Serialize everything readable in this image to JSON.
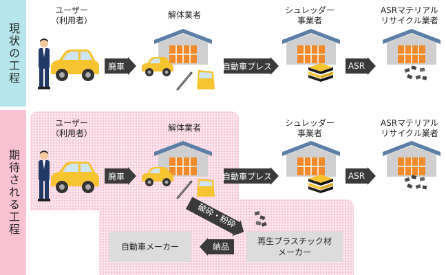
{
  "rows": {
    "current": {
      "side_label": "現状の工程",
      "side_color": "#b6e6eb",
      "user_label_1": "ユーザー",
      "user_label_2": "（利用者）",
      "dismantler": "解体業者",
      "shredder_1": "シュレッダー",
      "shredder_2": "事業者",
      "asr_1": "ASRマテリアル",
      "asr_2": "リサイクル業者",
      "arrow_scrap": "廃車",
      "arrow_press": "自動車プレス",
      "arrow_asr": "ASR"
    },
    "future": {
      "side_label": "期待される工程",
      "side_color": "#f9c2d3",
      "user_label_1": "ユーザー",
      "user_label_2": "（利用者）",
      "dismantler": "解体業者",
      "shredder_1": "シュレッダー",
      "shredder_2": "事業者",
      "asr_1": "ASRマテリアル",
      "asr_2": "リサイクル業者",
      "arrow_scrap": "廃車",
      "arrow_press": "自動車プレス",
      "arrow_asr": "ASR",
      "arrow_crush": "破砕・粉砕",
      "arrow_deliver": "納品",
      "plastic_maker_1": "再生プラスチック材",
      "plastic_maker_2": "メーカー",
      "car_maker": "自動車メーカー"
    }
  },
  "colors": {
    "car": "#f6c431",
    "warehouse_roof": "#5b7fa6",
    "warehouse_wall": "#cfcfcf",
    "door": "#f08a2c",
    "arrow": "#3a3a3a",
    "highlight_bg": "#fbe3ec"
  }
}
